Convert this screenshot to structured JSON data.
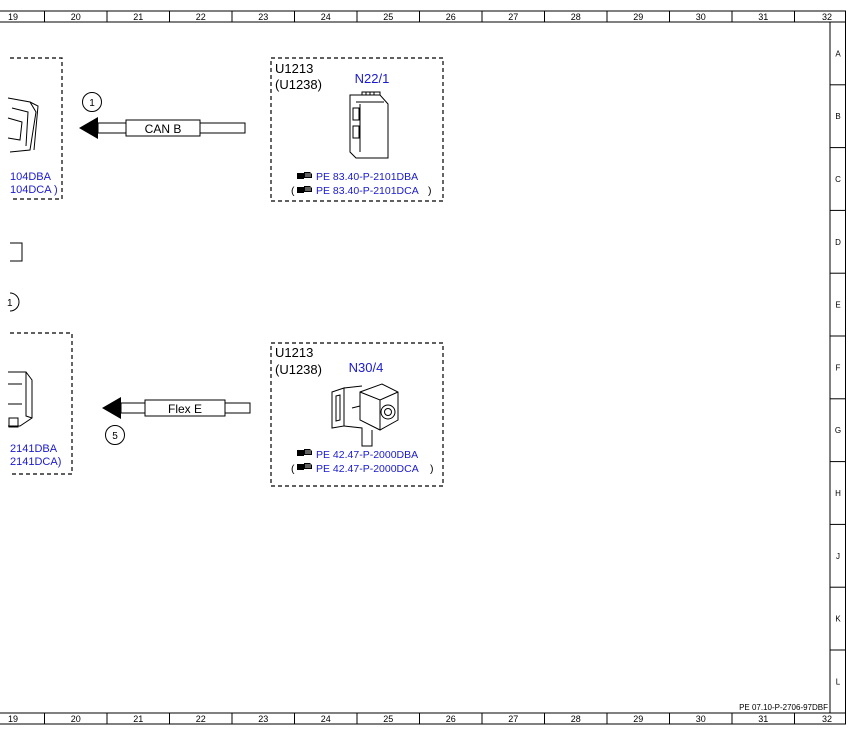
{
  "grid": {
    "columns": [
      "19",
      "20",
      "21",
      "22",
      "23",
      "24",
      "25",
      "26",
      "27",
      "28",
      "29",
      "30",
      "31",
      "32"
    ],
    "rows": [
      "A",
      "B",
      "C",
      "D",
      "E",
      "F",
      "G",
      "H",
      "J",
      "K",
      "L"
    ]
  },
  "doc_reference": "PE 07.10-P-2706-97DBF",
  "left_edge": {
    "top_ref_1": "104DBA",
    "top_ref_2": "104DCA )",
    "top_connector_marker": "1",
    "mid_marker": "1",
    "bottom_ref_1": "2141DBA",
    "bottom_ref_2": "2141DCA)"
  },
  "buses": [
    {
      "label": "CAN B",
      "marker": "1"
    },
    {
      "label": "Flex E",
      "marker": "5"
    }
  ],
  "components": [
    {
      "id_line_1": "U1213",
      "id_line_2": "(U1238)",
      "code": "N22/1",
      "ref_1": "PE 83.40-P-2101DBA",
      "ref_2_prefix": "(",
      "ref_2": "PE 83.40-P-2101DCA",
      "ref_2_suffix": ")"
    },
    {
      "id_line_1": "U1213",
      "id_line_2": "(U1238)",
      "code": "N30/4",
      "ref_1": "PE 42.47-P-2000DBA",
      "ref_2_prefix": "(",
      "ref_2": "PE 42.47-P-2000DCA",
      "ref_2_suffix": ")"
    }
  ],
  "colors": {
    "link": "#1a1ad0",
    "line": "#000000"
  },
  "icons": [
    "pointing-hand-icon",
    "control-unit-icon",
    "abs-unit-icon"
  ]
}
